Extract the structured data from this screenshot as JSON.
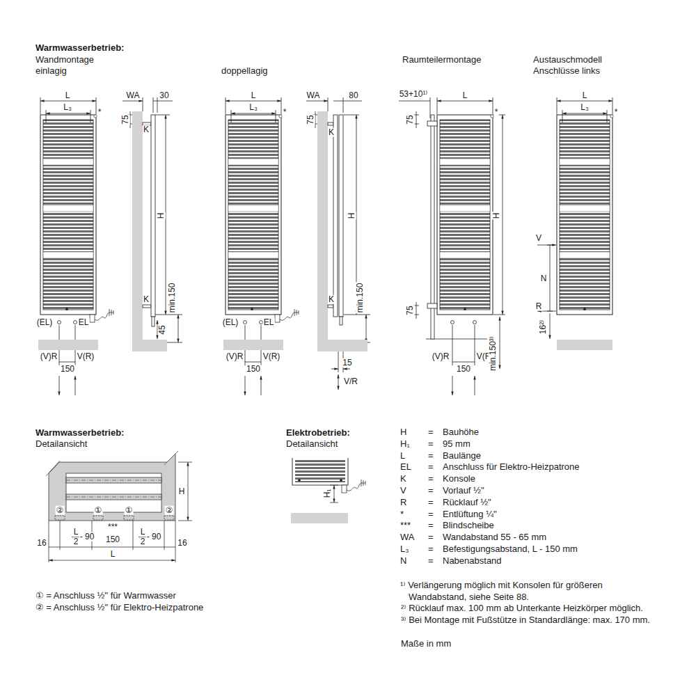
{
  "diagram": {
    "labels": [
      "Warmwasserbetrieb:",
      "Wandmontage",
      "einlagig",
      "doppellagig",
      "Raumteilermontage",
      "Austauschmodell",
      "Anschlüsse links",
      "L",
      "L₃",
      "*",
      "WA",
      "30",
      "75",
      "K",
      "H",
      "K",
      "min.150",
      "45",
      "(EL)",
      "EL",
      "(V)R",
      "V(R)",
      "150",
      "L",
      "L₃",
      "*",
      "WA",
      "80",
      "75",
      "K",
      "H",
      "K",
      "min.150",
      "(EL)",
      "EL",
      "(V)R",
      "V(R)",
      "150",
      "15",
      "V/R",
      "53+10¹⁾",
      "L",
      "75",
      "*",
      "H",
      "75",
      "(V)R",
      "V(R)",
      "150",
      "min.150³⁾",
      "L",
      "L₃",
      "*",
      "V",
      "N",
      "R",
      "16²⁾",
      "Warmwasserbetrieb:",
      "Detailansicht",
      "H",
      "②",
      "①",
      "①",
      "②",
      "***",
      "16",
      "L",
      "2",
      "- 90",
      "150",
      "L",
      "2",
      "- 90",
      "16",
      "L",
      "① = Anschluss ½\" für Warmwasser",
      "② = Anschluss ½\" für Elektro-Heizpatrone",
      "Elektrobetrieb:",
      "Detailansicht",
      "H₁",
      "H",
      "=",
      "Bauhöhe",
      "H₁",
      "=",
      "95 mm",
      "L",
      "=",
      "Baulänge",
      "EL",
      "=",
      "Anschluss für Elektro-Heizpatrone",
      "K",
      "=",
      "Konsole",
      "V",
      "=",
      "Vorlauf ½\"",
      "R",
      "=",
      "Rücklauf ½\"",
      "*",
      "=",
      "Entlüftung ¼\"",
      "***",
      "=",
      "Blindscheibe",
      "WA",
      "=",
      "Wandabstand 55 - 65 mm",
      "L₃",
      "=",
      "Befestigungsabstand, L - 150 mm",
      "N",
      "=",
      "Nabenabstand",
      "¹⁾ Verlängerung möglich mit Konsolen für größeren Wandabstand, siehe Seite 88.",
      "²⁾ Rücklauf max. 100 mm ab Unterkante Heizkörper möglich.",
      "³⁾ Bei Montage mit Fußstütze in Standardlänge: max. 170 mm.",
      "Maße in mm"
    ]
  }
}
